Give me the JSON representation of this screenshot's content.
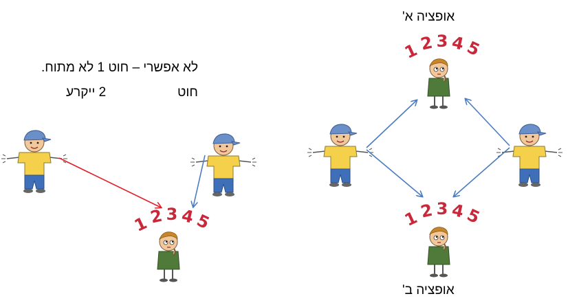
{
  "left_panel": {
    "title_line1": "לא אפשרי – חוט 1 לא מתוח.",
    "title_line2_a": "חוט",
    "title_line2_b": "2 ייקרע"
  },
  "right_panel": {
    "option_a": "אופציה א'",
    "option_b": "אופציה ב'"
  },
  "digits_text": "12345",
  "colors": {
    "red_arrow": "#e0202a",
    "blue_arrow": "#4a7cc0",
    "shirt": "#f5d04a",
    "pants": "#3e6fb8",
    "cap": "#6b8fc8",
    "skin": "#f2c79a",
    "digits": "#c8283a"
  }
}
